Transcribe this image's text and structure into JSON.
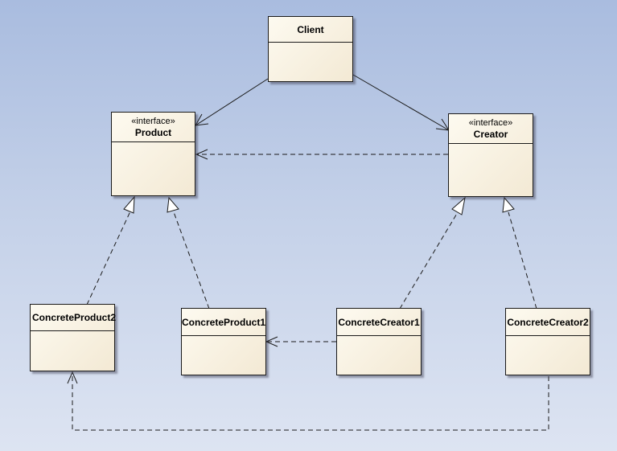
{
  "diagram": {
    "classes": {
      "client": {
        "name": "Client"
      },
      "product": {
        "stereotype": "«interface»",
        "name": "Product"
      },
      "creator": {
        "stereotype": "«interface»",
        "name": "Creator"
      },
      "concrete_product2": {
        "name": "ConcreteProduct2"
      },
      "concrete_product1": {
        "name": "ConcreteProduct1"
      },
      "concrete_creator1": {
        "name": "ConcreteCreator1"
      },
      "concrete_creator2": {
        "name": "ConcreteCreator2"
      }
    },
    "relations": [
      {
        "from": "Client",
        "to": "Product",
        "type": "association"
      },
      {
        "from": "Client",
        "to": "Creator",
        "type": "association"
      },
      {
        "from": "Creator",
        "to": "Product",
        "type": "dependency"
      },
      {
        "from": "ConcreteProduct2",
        "to": "Product",
        "type": "realization"
      },
      {
        "from": "ConcreteProduct1",
        "to": "Product",
        "type": "realization"
      },
      {
        "from": "ConcreteCreator1",
        "to": "Creator",
        "type": "realization"
      },
      {
        "from": "ConcreteCreator2",
        "to": "Creator",
        "type": "realization"
      },
      {
        "from": "ConcreteCreator1",
        "to": "ConcreteProduct1",
        "type": "dependency"
      },
      {
        "from": "ConcreteCreator2",
        "to": "ConcreteProduct2",
        "type": "dependency"
      }
    ]
  }
}
